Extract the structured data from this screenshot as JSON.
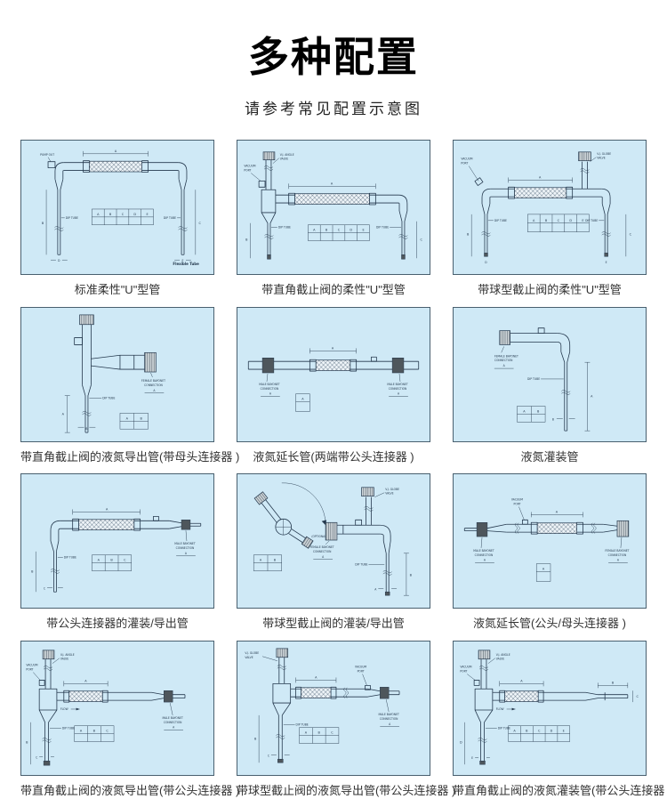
{
  "page": {
    "title": "多种配置",
    "subtitle": "请参考常见配置示意图"
  },
  "diagram_labels": {
    "pump_out": "PUMP OUT",
    "vacuum_1": "VACUUM",
    "vacuum_2": "PORT",
    "angle_valve_1": "V.J. ANGLE",
    "angle_valve_2": "VALVE",
    "globe_valve_1": "V.J. GLOBE",
    "globe_valve_2": "VALVE",
    "dip_tube": "DIP TUBE",
    "male_1": "MALE BAYONET",
    "male_2": "CONNECTION",
    "female_1": "FEMALE BAYONET",
    "female_2": "CONNECTION",
    "flexible_tube": "Flexible Tube",
    "flow": "FLOW",
    "optional": "(OPTIONAL)",
    "dims": [
      "A",
      "B",
      "C",
      "D",
      "E"
    ]
  },
  "panels": [
    {
      "caption": "标准柔性\"U\"型管"
    },
    {
      "caption": "带直角截止阀的柔性\"U\"型管"
    },
    {
      "caption": "带球型截止阀的柔性\"U\"型管"
    },
    {
      "caption": "带直角截止阀的液氮导出管(带母头连接器 )"
    },
    {
      "caption": "液氮延长管(两端带公头连接器 )"
    },
    {
      "caption": "液氮灌装管"
    },
    {
      "caption": "带公头连接器的灌装/导出管"
    },
    {
      "caption": "带球型截止阀的灌装/导出管"
    },
    {
      "caption": "液氮延长管(公头/母头连接器 )"
    },
    {
      "caption": "带直角截止阀的液氮导出管(带公头连接器 )"
    },
    {
      "caption": "带球型截止阀的液氮导出管(带公头连接器 )"
    },
    {
      "caption": "带直角截止阀的液氮灌装管(带公头连接器 )"
    }
  ]
}
